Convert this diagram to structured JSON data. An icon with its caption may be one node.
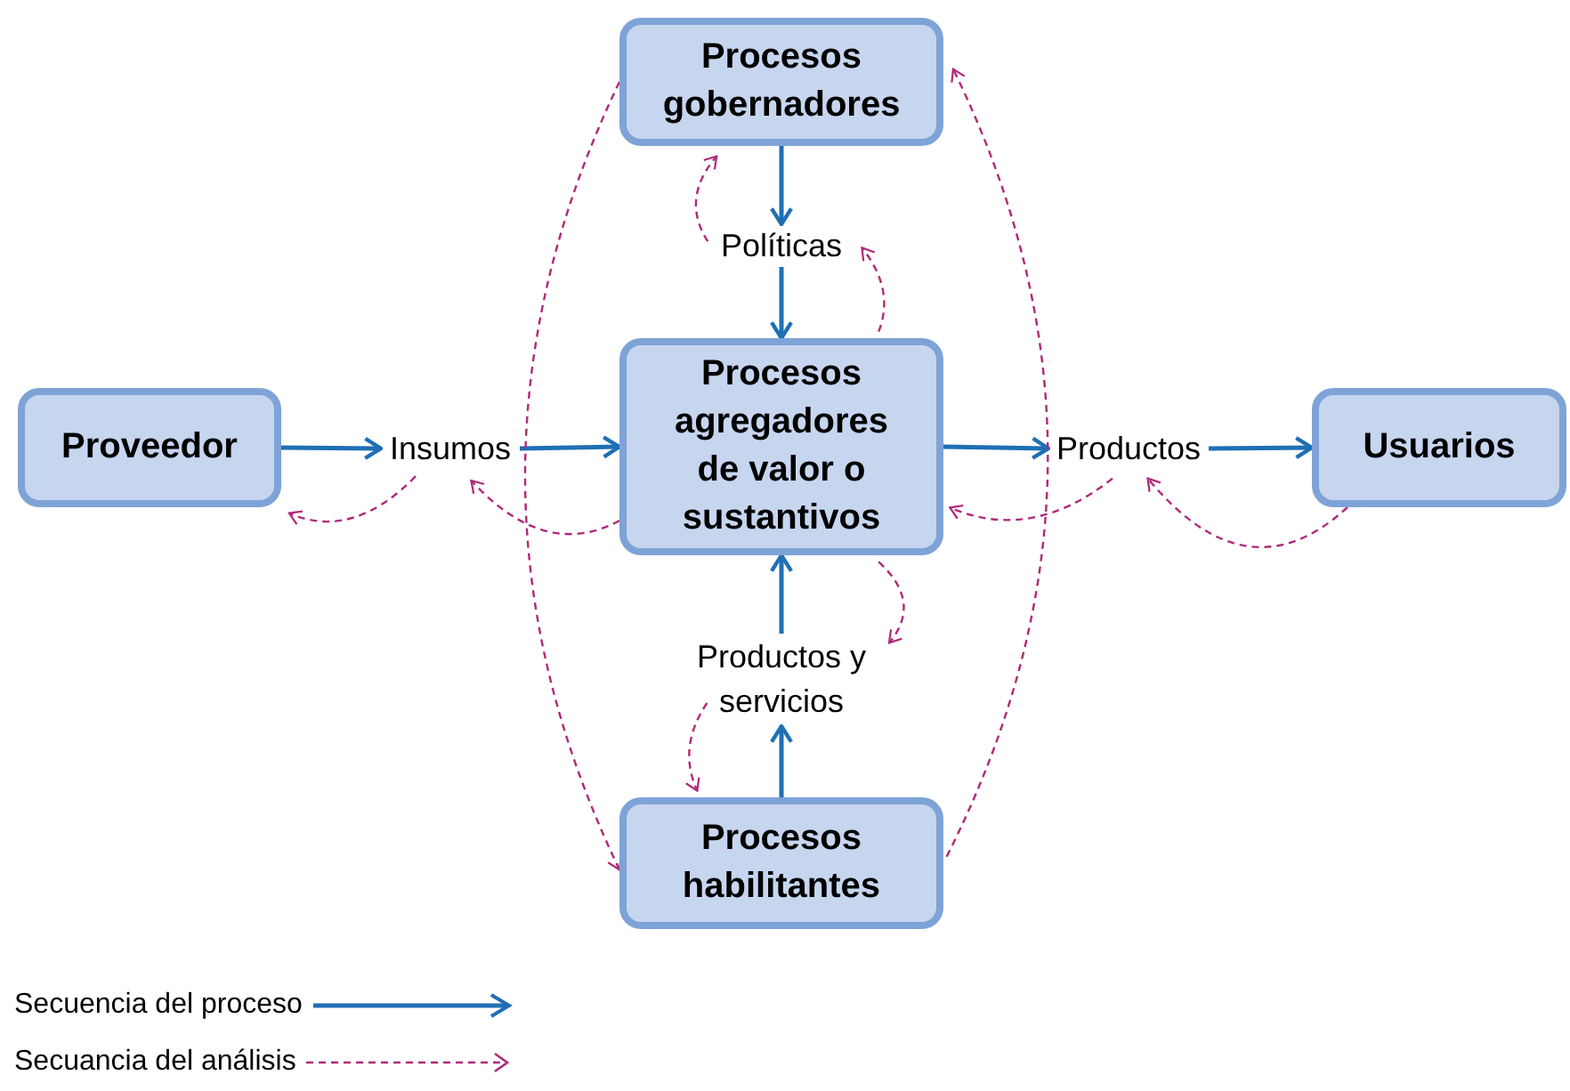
{
  "diagram": {
    "nodes": [
      {
        "text": [
          "Procesos gobernadores"
        ]
      },
      {
        "text": [
          "Proveedor"
        ]
      },
      {
        "text": [
          "Insumos"
        ]
      },
      {
        "text": [
          "Procesos agregadores de valor o sustantivos"
        ]
      },
      {
        "text": [
          "Productos"
        ]
      },
      {
        "text": [
          "Usuarios"
        ]
      },
      {
        "text": [
          "Políticas"
        ]
      },
      {
        "text": [
          "Productos y servicios"
        ]
      },
      {
        "text": [
          "Procesos habilitantes"
        ]
      }
    ],
    "edges": [
      {
        "from": 1,
        "to": 2,
        "arrow": "to",
        "color": "#1f6fb5"
      },
      {
        "from": 2,
        "to": 3,
        "arrow": "to",
        "color": "#1f6fb5"
      },
      {
        "from": 3,
        "to": 4,
        "arrow": "to",
        "color": "#1f6fb5"
      },
      {
        "from": 4,
        "to": 5,
        "arrow": "to",
        "color": "#1f6fb5"
      },
      {
        "from": 0,
        "to": 6,
        "arrow": "to",
        "color": "#1f6fb5"
      },
      {
        "from": 6,
        "to": 3,
        "arrow": "to",
        "color": "#1f6fb5"
      },
      {
        "from": 8,
        "to": 7,
        "arrow": "to",
        "color": "#1f6fb5"
      },
      {
        "from": 7,
        "to": 3,
        "arrow": "to",
        "color": "#1f6fb5"
      },
      {
        "from": 2,
        "to": 1,
        "arrow": "to",
        "style": "dashed"
      },
      {
        "from": 3,
        "to": 2,
        "arrow": "to",
        "style": "dashed"
      },
      {
        "from": 4,
        "to": 3,
        "arrow": "to",
        "style": "dashed"
      },
      {
        "from": 5,
        "to": 4,
        "arrow": "to",
        "style": "dashed"
      },
      {
        "from": 6,
        "to": 0,
        "arrow": "to",
        "style": "dashed"
      },
      {
        "from": 3,
        "to": 6,
        "arrow": "to",
        "style": "dashed"
      },
      {
        "from": 3,
        "to": 7,
        "arrow": "to",
        "style": "dashed"
      },
      {
        "from": 7,
        "to": 8,
        "arrow": "to",
        "style": "dashed"
      },
      {
        "from": 0,
        "to": 8,
        "arrow": "to",
        "style": "dashed"
      },
      {
        "from": 8,
        "to": 0,
        "arrow": "to",
        "style": "dashed"
      }
    ],
    "legend": [
      {
        "text": "Secuencia del proceso"
      },
      {
        "text": "Secuancia del análisis"
      }
    ]
  }
}
